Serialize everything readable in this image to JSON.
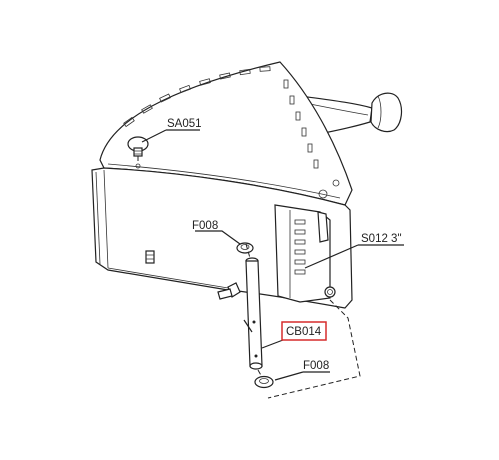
{
  "labels": {
    "sa051": "SA051",
    "f008_top": "F008",
    "s012": "S012 3\"",
    "cb014": "CB014",
    "f008_bottom": "F008"
  },
  "colors": {
    "line": "#222222",
    "highlight": "#d62c2c",
    "background": "#ffffff"
  }
}
